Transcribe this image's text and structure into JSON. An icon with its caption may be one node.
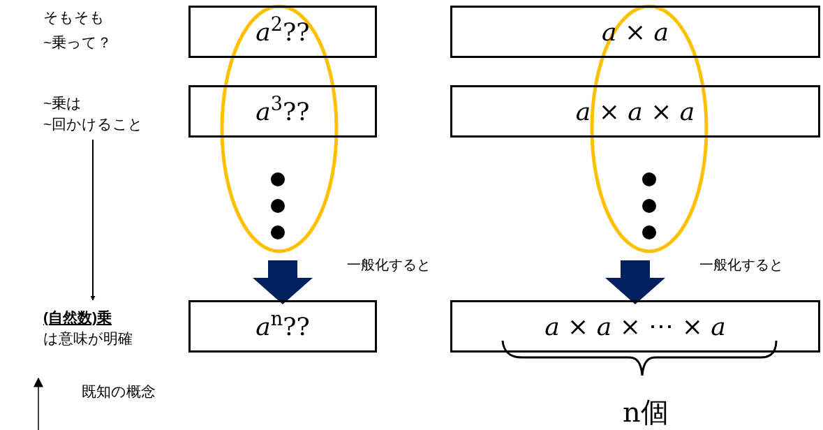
{
  "diagram": {
    "nodes": [
      {
        "text": [
          "*a*$^{2}$??"
        ]
      },
      {
        "text": [
          "*a*$^{3}$??"
        ]
      },
      {
        "text": [
          "*a*$^{n}$??"
        ]
      },
      {
        "text": [
          "*a* × *a*"
        ]
      },
      {
        "text": [
          "*a* × *a* × *a*"
        ]
      },
      {
        "text": [
          "*a* × *a* × ⋯ × *a*"
        ]
      },
      {
        "text": [
          "~乗は",
          "~回かけること"
        ]
      },
      {
        "text": [
          "(自然数)乗",
          "は意味が明確"
        ]
      },
      {
        "text": [],
        "shape": "ellipse"
      },
      {
        "text": [],
        "shape": "ellipse"
      }
    ],
    "edges": [
      {
        "from": 6,
        "to": 7,
        "arrow": "to"
      },
      {
        "from": 8,
        "to": 2,
        "arrow": "to",
        "label": "一般化すると",
        "style": "thick",
        "color": "#002060"
      },
      {
        "from": 9,
        "to": 5,
        "arrow": "to",
        "label": "一般化すると",
        "style": "thick",
        "color": "#002060"
      }
    ],
    "labels": [
      "そもそも",
      "~乗って？",
      "既知の概念",
      "n個"
    ]
  }
}
